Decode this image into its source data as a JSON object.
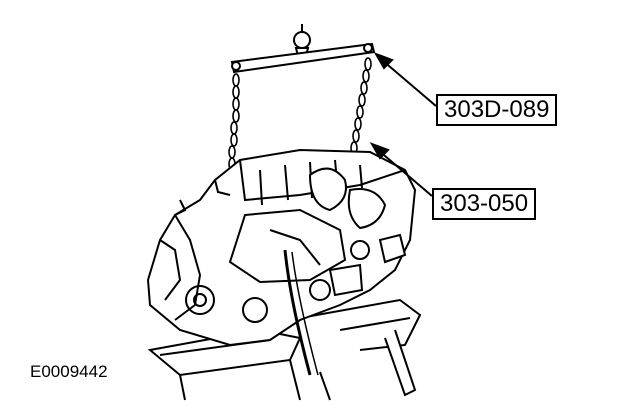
{
  "callouts": [
    {
      "label": "303D-089"
    },
    {
      "label": "303-050"
    }
  ],
  "figure_id": "E0009442",
  "colors": {
    "line": "#000000",
    "background": "#ffffff"
  }
}
